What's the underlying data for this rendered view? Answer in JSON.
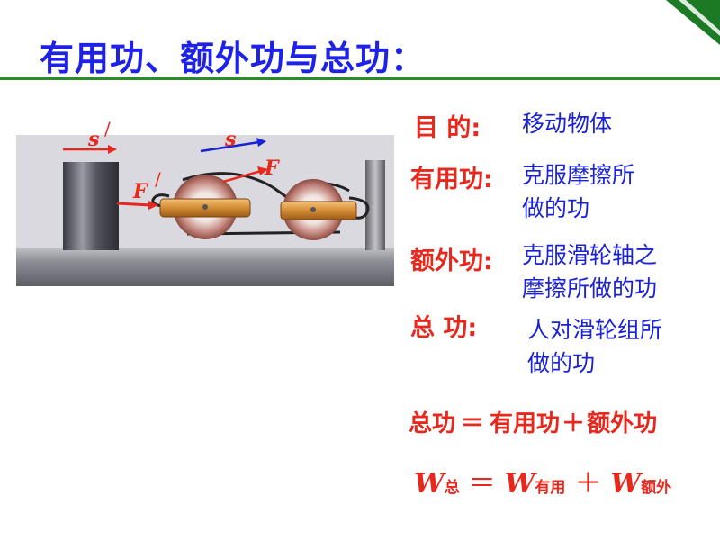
{
  "slide": {
    "title": "有用功、额外功与总功："
  },
  "diagram": {
    "label_s_prime": "s",
    "label_prime_mark": "/",
    "label_s": "s",
    "label_F": "F",
    "label_F_prime": "F",
    "label_F_prime_mark": "/"
  },
  "definitions": [
    {
      "term": "目   的:",
      "lines": [
        "移动物体"
      ]
    },
    {
      "term": "有用功:",
      "lines": [
        "克服摩擦所",
        "做的功"
      ]
    },
    {
      "term": "额外功:",
      "lines": [
        "克服滑轮轴之",
        "摩擦所做的功"
      ]
    },
    {
      "term": "总    功:",
      "lines": [
        "人对滑轮组所",
        "做的功"
      ]
    }
  ],
  "formula_text": {
    "left": "总功",
    "eq": "＝",
    "useful": "有用功",
    "plus": "＋",
    "extra": "额外功"
  },
  "formula_symbolic": {
    "W": "W",
    "sub_total": "总",
    "eq": "＝",
    "sub_useful": "有用",
    "plus": "＋",
    "sub_extra": "额外"
  },
  "colors": {
    "title": "#1e22e6",
    "term": "#e8281d",
    "desc": "#1a22d6",
    "rule": "#2f8a2c"
  }
}
